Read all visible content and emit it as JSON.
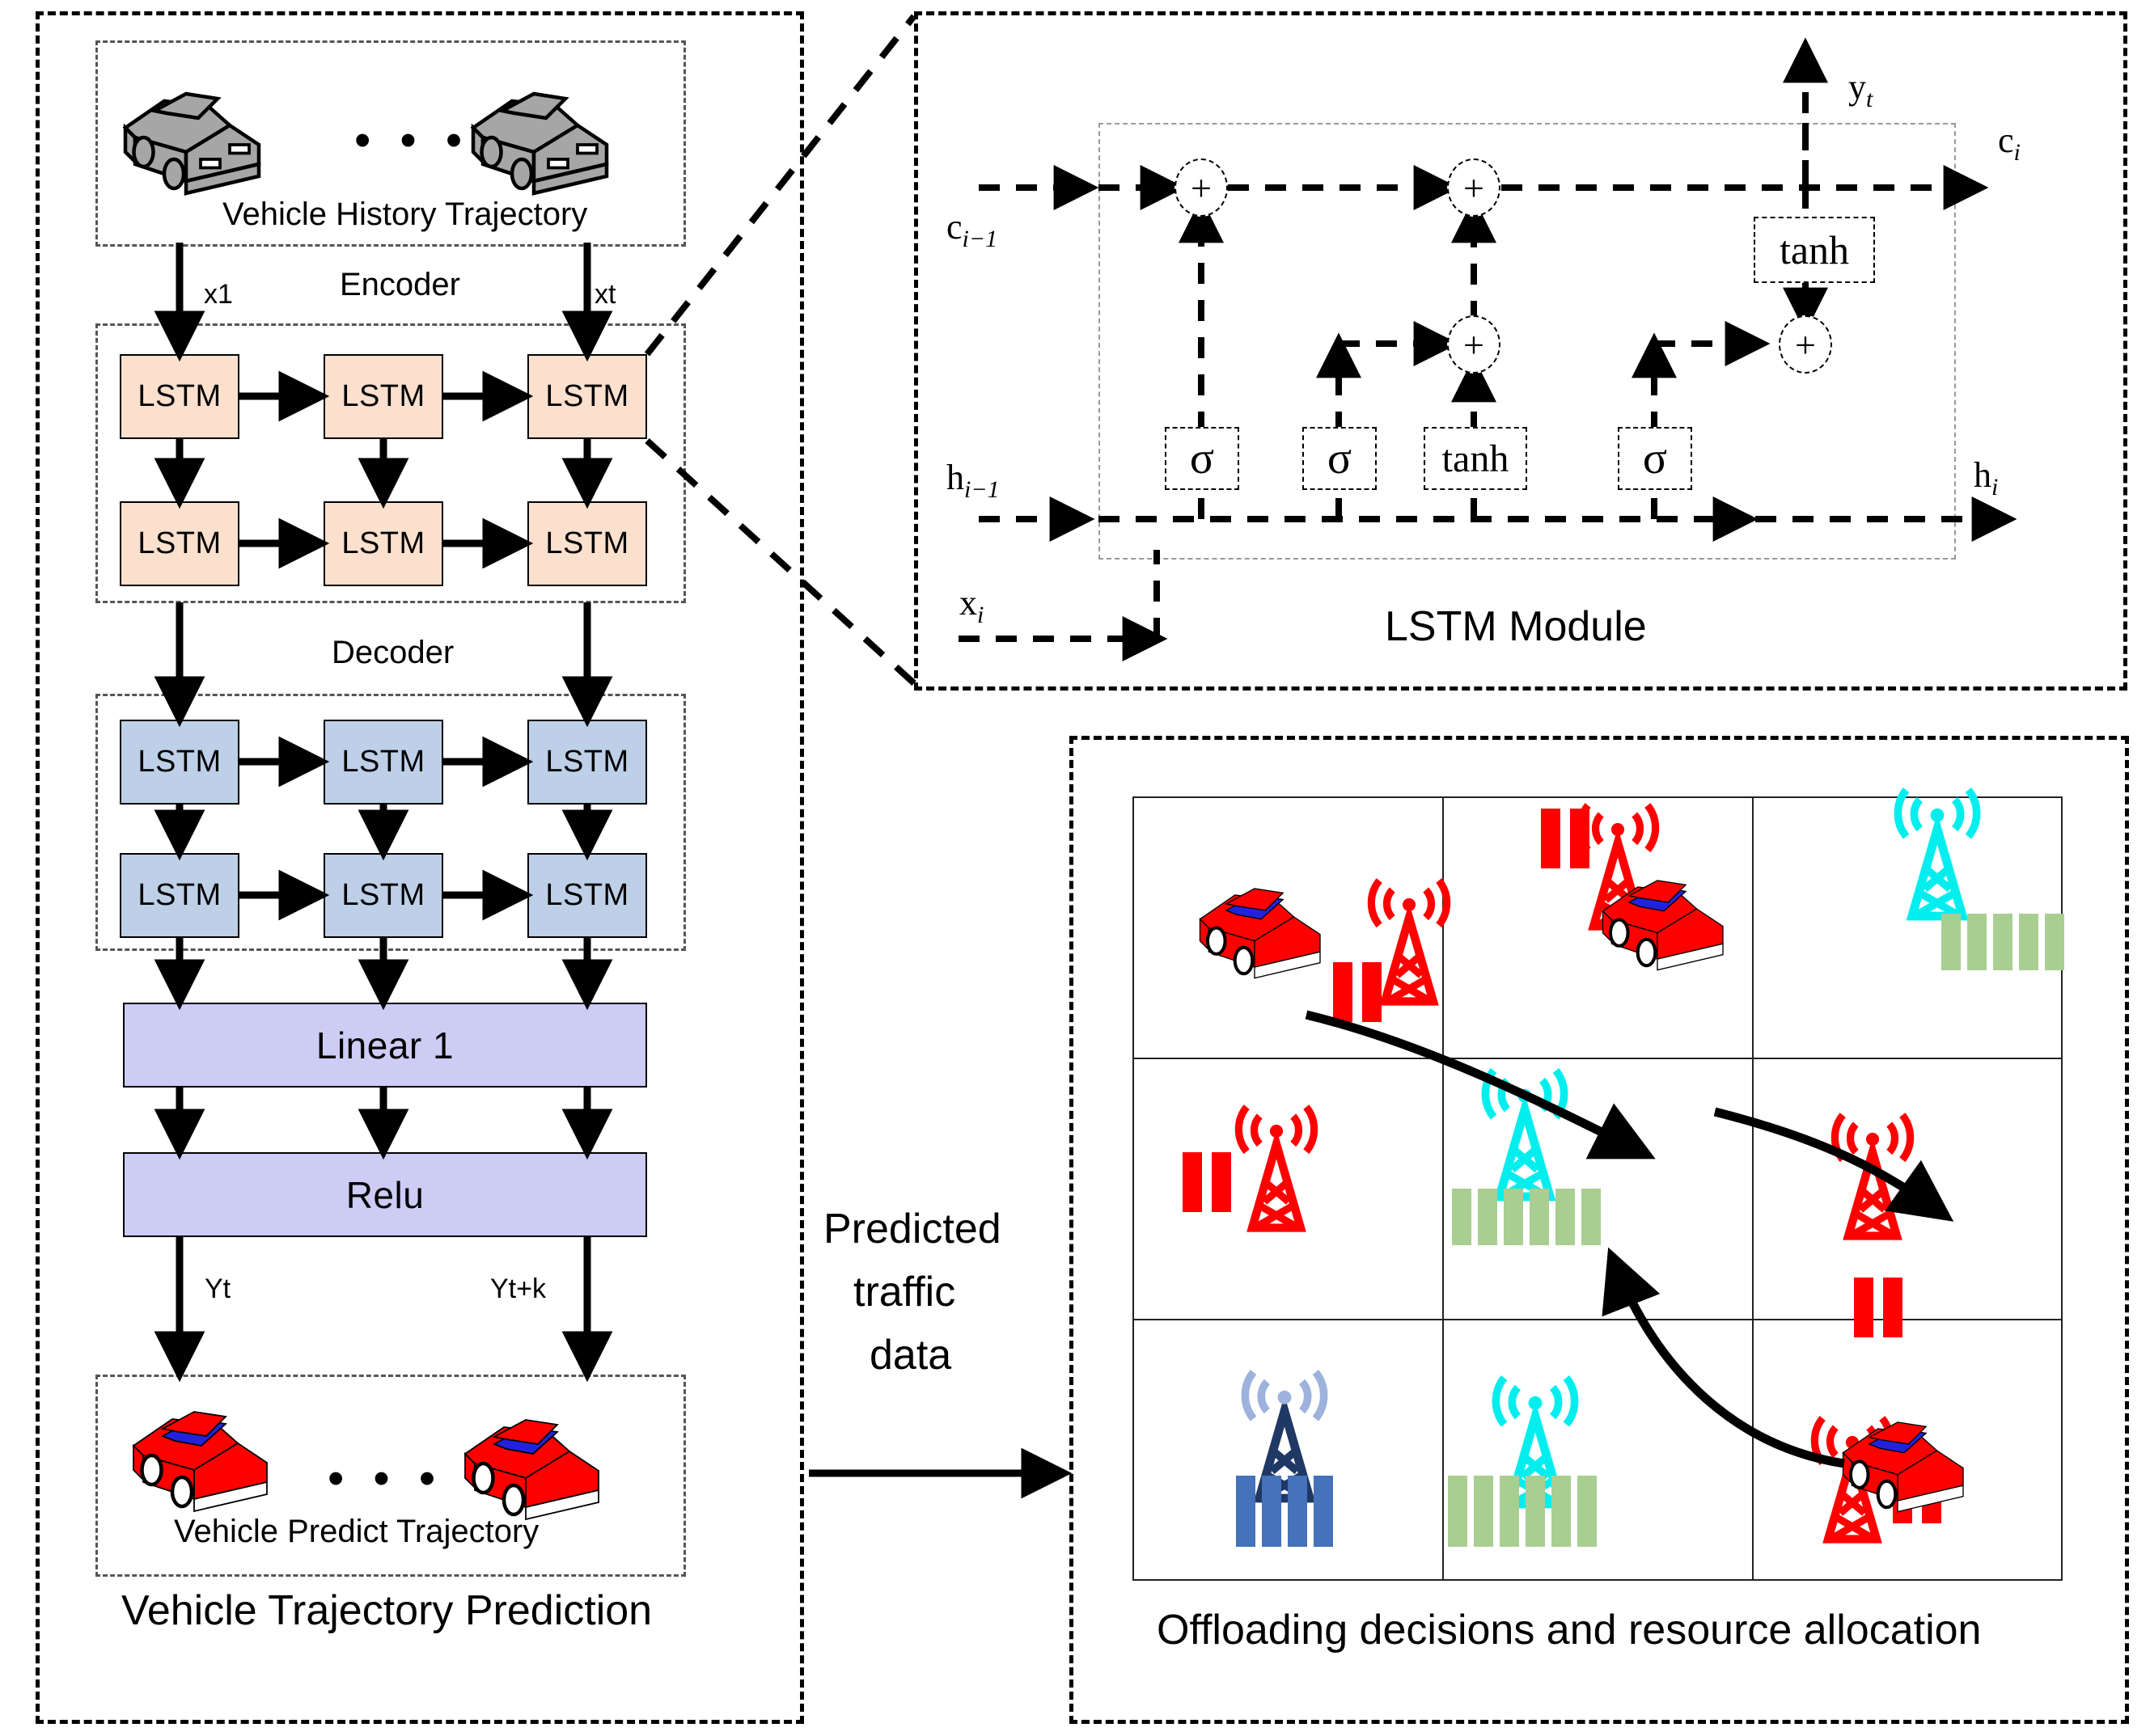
{
  "left_panel": {
    "title": "Vehicle Trajectory Prediction",
    "history_box": {
      "caption": "Vehicle  History Trajectory",
      "ellipsis": "• • •",
      "vehicle_color": "#A6A6A6"
    },
    "encoder": {
      "label": "Encoder",
      "input_left": "x1",
      "input_right": "xt",
      "cell_label": "LSTM",
      "rows": 2,
      "cols": 3,
      "fill": "#FBE0CE"
    },
    "decoder": {
      "label": "Decoder",
      "cell_label": "LSTM",
      "rows": 2,
      "cols": 3,
      "fill": "#BDD0E8"
    },
    "linear": {
      "label": "Linear 1",
      "fill": "#CCCCF5"
    },
    "relu": {
      "label": "Relu",
      "fill": "#CCCCF5"
    },
    "outputs": {
      "left": "Yt",
      "right": "Yt+k"
    },
    "predict_box": {
      "caption": "Vehicle  Predict Trajectory",
      "ellipsis": "• • •",
      "body_color": "#FF0000",
      "roof_color": "#2222DD"
    }
  },
  "connector": {
    "label_lines": [
      "Predicted",
      "traffic",
      "data"
    ]
  },
  "lstm_module": {
    "title": "LSTM Module",
    "labels": {
      "c_prev": "c",
      "c_prev_sub": "i−1",
      "h_prev": "h",
      "h_prev_sub": "i−1",
      "x_in": "x",
      "x_in_sub": "i",
      "c_out": "c",
      "c_out_sub": "i",
      "h_out": "h",
      "h_out_sub": "i",
      "y_out": "y",
      "y_out_sub": "t"
    },
    "gates": [
      "σ",
      "σ",
      "tanh",
      "σ"
    ],
    "tanh_top": "tanh",
    "operators": [
      "+",
      "+",
      "+",
      "+"
    ]
  },
  "offload_panel": {
    "title": "Offloading decisions and resource allocation",
    "grid": {
      "rows": 3,
      "cols": 3
    },
    "colors": {
      "red": "#FF0000",
      "cyan": "#00EEEE",
      "navy": "#1F3864",
      "navy_light": "#9DB2DC",
      "green_bar": "#A9CE92",
      "blue_bar": "#4572B8",
      "car_body": "#FF0000",
      "car_roof": "#2222DD"
    },
    "cells": [
      {
        "id": "r1c1",
        "tower": "red",
        "signal_bars": 2,
        "vehicle": true,
        "resource_blocks": 0,
        "resource_color": ""
      },
      {
        "id": "r1c2",
        "tower": "red",
        "signal_bars": 2,
        "vehicle": true,
        "resource_blocks": 0,
        "resource_color": ""
      },
      {
        "id": "r1c3",
        "tower": "cyan",
        "signal_bars": 0,
        "vehicle": false,
        "resource_blocks": 6,
        "resource_color": "#A9CE92"
      },
      {
        "id": "r2c1",
        "tower": "red",
        "signal_bars": 2,
        "vehicle": false,
        "resource_blocks": 0,
        "resource_color": ""
      },
      {
        "id": "r2c2",
        "tower": "cyan",
        "signal_bars": 0,
        "vehicle": false,
        "resource_blocks": 6,
        "resource_color": "#A9CE92"
      },
      {
        "id": "r2c3",
        "tower": "red",
        "signal_bars": 2,
        "vehicle": false,
        "resource_blocks": 0,
        "resource_color": ""
      },
      {
        "id": "r3c1",
        "tower": "navy",
        "signal_bars": 0,
        "vehicle": false,
        "resource_blocks": 4,
        "resource_color": "#4572B8"
      },
      {
        "id": "r3c2",
        "tower": "cyan",
        "signal_bars": 0,
        "vehicle": false,
        "resource_blocks": 6,
        "resource_color": "#A9CE92"
      },
      {
        "id": "r3c3",
        "tower": "red",
        "signal_bars": 2,
        "vehicle": true,
        "resource_blocks": 0,
        "resource_color": ""
      }
    ]
  }
}
